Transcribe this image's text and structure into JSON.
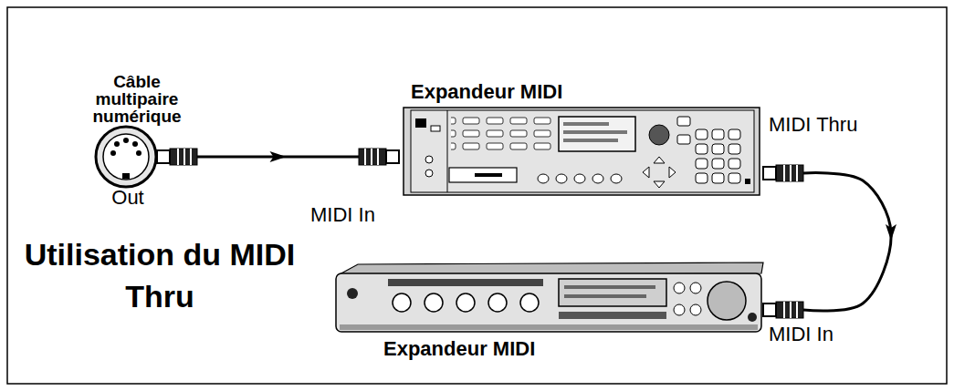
{
  "diagram": {
    "title": "Utilisation du MIDI Thru",
    "nodes": [
      {
        "text": [
          "Câble multipaire numérique",
          "Out"
        ]
      },
      {
        "text": [
          "Expandeur MIDI"
        ]
      },
      {
        "text": [
          "Expandeur MIDI"
        ]
      }
    ],
    "edges": [
      {
        "from": 0,
        "to": 1,
        "arrow": "to"
      },
      {
        "from": 1,
        "to": 2,
        "arrow": "to"
      }
    ],
    "labels": [
      "MIDI In",
      "MIDI Thru",
      "MIDI In"
    ]
  }
}
